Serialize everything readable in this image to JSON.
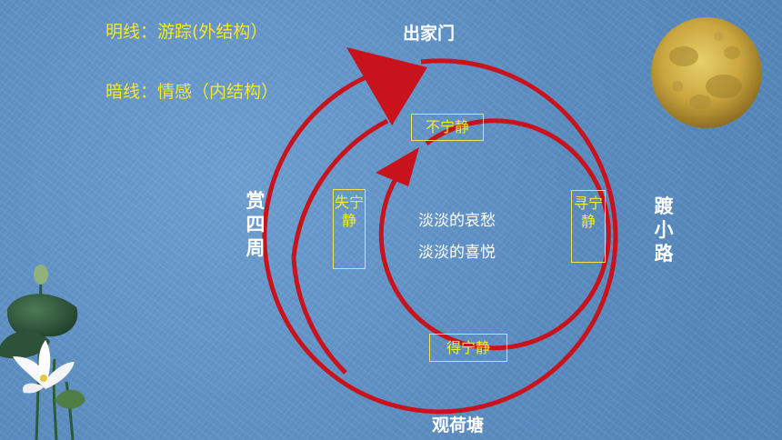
{
  "legend": {
    "line1": "明线：游踪(外结构）",
    "line2": "暗线：情感（内结构）"
  },
  "outer_cycle": {
    "top": "出家门",
    "right": "踱小路",
    "bottom": "观荷塘",
    "left": "赏四周"
  },
  "inner_cycle": {
    "top": "不宁静",
    "right": "寻宁静",
    "bottom": "得宁静",
    "left": "失宁静"
  },
  "center": {
    "line1": "淡淡的哀愁",
    "line2": "淡淡的喜悦"
  },
  "colors": {
    "background": "#5b8fc4",
    "arrow_red": "#c8121c",
    "legend_yellow": "#f7e62a",
    "label_white": "#ffffff"
  },
  "icons": {
    "moon": "full-moon",
    "flower": "lotus"
  }
}
